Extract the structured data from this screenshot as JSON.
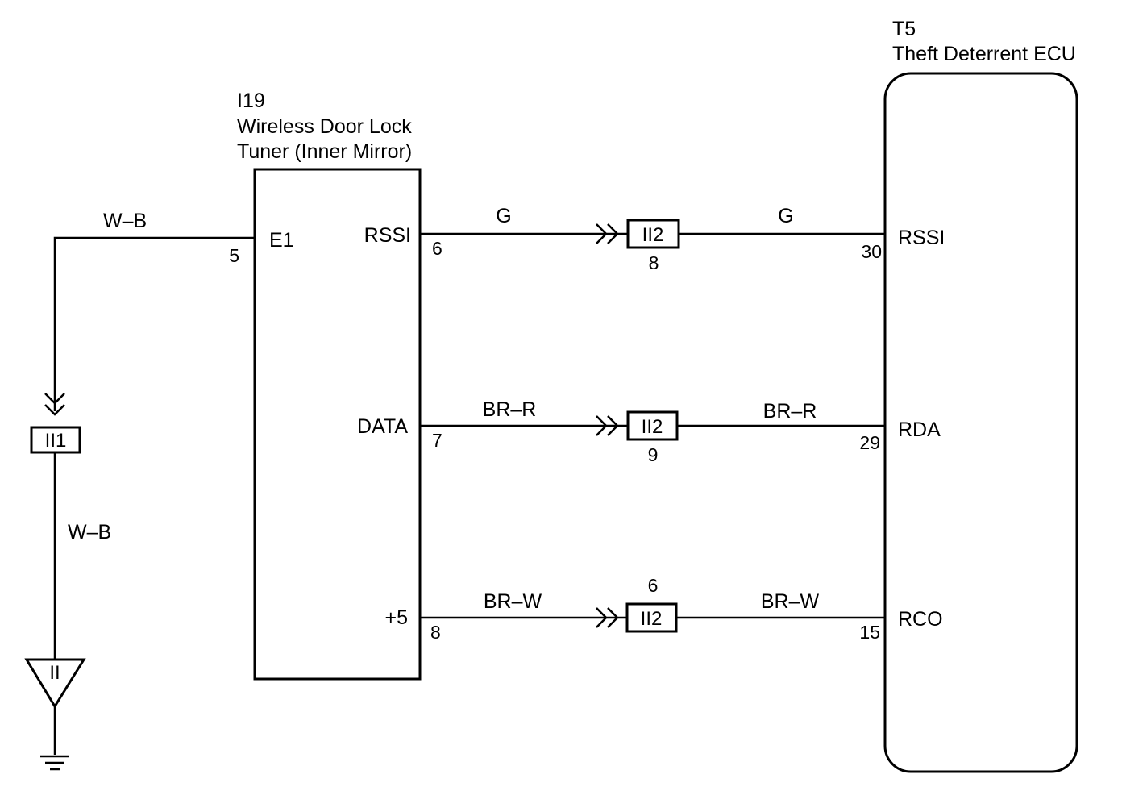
{
  "tuner": {
    "code": "I19",
    "name_line1": "Wireless Door Lock",
    "name_line2": "Tuner (Inner Mirror)",
    "terminals": {
      "e1": "E1",
      "rssi": "RSSI",
      "data": "DATA",
      "plus5": "+5"
    },
    "pins": {
      "e1": "5",
      "rssi": "6",
      "data": "7",
      "plus5": "8"
    }
  },
  "ecu": {
    "code": "T5",
    "name": "Theft Deterrent ECU",
    "terminals": {
      "rssi": "RSSI",
      "rda": "RDA",
      "rco": "RCO"
    },
    "pins": {
      "rssi": "30",
      "rda": "29",
      "rco": "15"
    }
  },
  "ground": {
    "wire_top": "W–B",
    "wire_bottom": "W–B",
    "connector": "II1",
    "ground_point": "II"
  },
  "wires": {
    "rssi": {
      "left_color": "G",
      "right_color": "G",
      "connector": "II2",
      "pin": "8"
    },
    "data": {
      "left_color": "BR–R",
      "right_color": "BR–R",
      "connector": "II2",
      "pin": "9"
    },
    "plus5": {
      "left_color": "BR–W",
      "right_color": "BR–W",
      "connector": "II2",
      "pin": "6"
    }
  }
}
